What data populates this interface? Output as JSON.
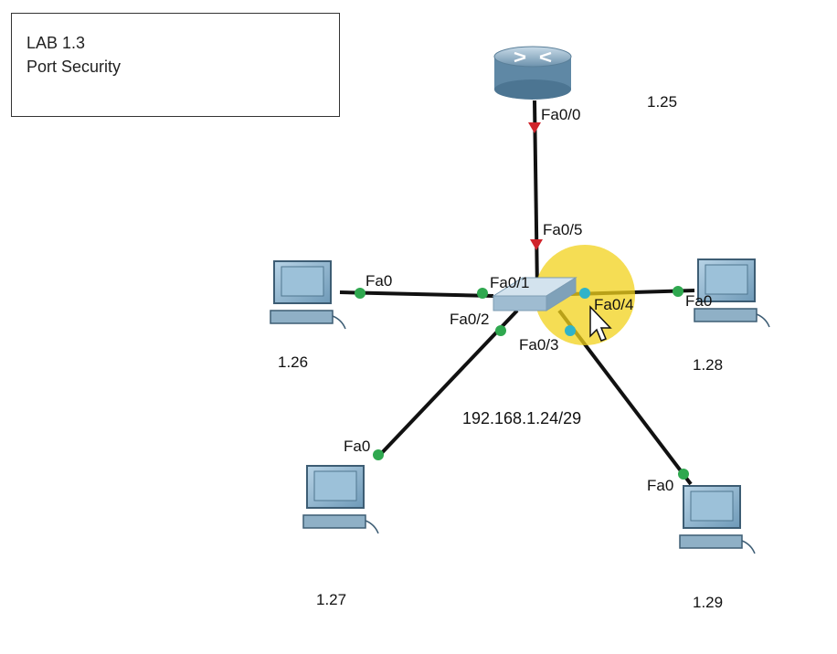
{
  "lab": {
    "line1": "LAB 1.3",
    "line2": "Port Security"
  },
  "network_label": "192.168.1.24/29",
  "router": {
    "port": "Fa0/0",
    "address": "1.25"
  },
  "switch": {
    "uplink_port": "Fa0/5",
    "ports": [
      "Fa0/1",
      "Fa0/2",
      "Fa0/3",
      "Fa0/4"
    ]
  },
  "hosts": [
    {
      "port": "Fa0",
      "address": "1.26"
    },
    {
      "port": "Fa0",
      "address": "1.27"
    },
    {
      "port": "Fa0",
      "address": "1.28"
    },
    {
      "port": "Fa0",
      "address": "1.29"
    }
  ],
  "colors": {
    "link": "#111111",
    "port_up": "#2fa84f",
    "port_down": "#d0242b",
    "port_selected": "#2fb3c9",
    "highlight": "#f2d21b",
    "device_blue": "#8fb4cc"
  }
}
